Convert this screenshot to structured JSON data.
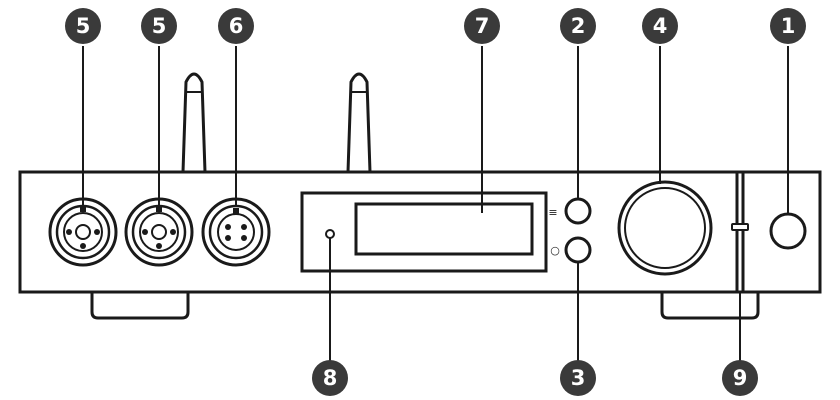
{
  "callouts": [
    {
      "id": "c1",
      "label": "1"
    },
    {
      "id": "c2",
      "label": "2"
    },
    {
      "id": "c3",
      "label": "3"
    },
    {
      "id": "c4",
      "label": "4"
    },
    {
      "id": "c5a",
      "label": "5"
    },
    {
      "id": "c5b",
      "label": "5"
    },
    {
      "id": "c6",
      "label": "6"
    },
    {
      "id": "c7",
      "label": "7"
    },
    {
      "id": "c8",
      "label": "8"
    },
    {
      "id": "c9",
      "label": "9"
    }
  ],
  "symbols": {
    "menu_glyph": "≡",
    "circle_glyph": "○"
  },
  "colors": {
    "outline": "#1a1a1a",
    "badge_fill": "#3a3a3a",
    "background": "#ffffff"
  }
}
